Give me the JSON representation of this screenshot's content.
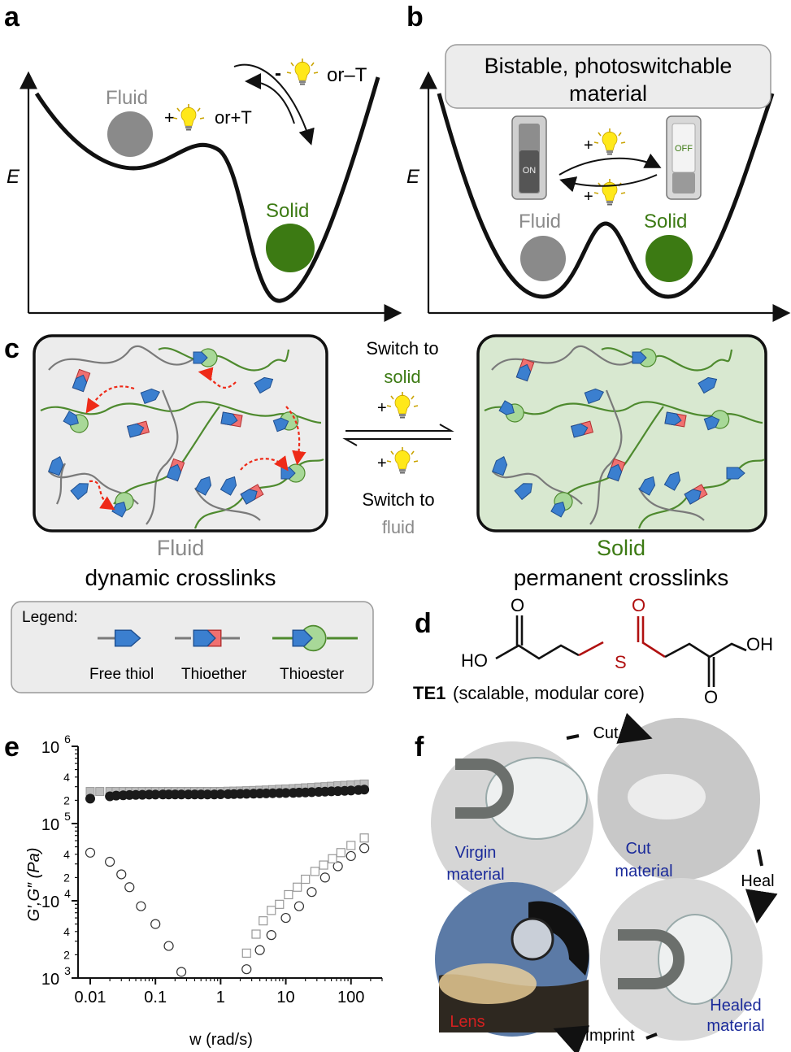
{
  "panels": {
    "a": "a",
    "b": "b",
    "c": "c",
    "d": "d",
    "e": "e",
    "f": "f"
  },
  "panel_a": {
    "axis_label": "E",
    "fluid": "Fluid",
    "solid": "Solid",
    "forward_label": "or+T",
    "forward_sign": "+",
    "reverse_sign": "-",
    "reverse_label": "or–T"
  },
  "panel_b": {
    "axis_label": "E",
    "title_line1": "Bistable, photoswitchable",
    "title_line2": "material",
    "switch_on": "ON",
    "switch_off": "OFF",
    "fluid": "Fluid",
    "solid": "Solid",
    "plus": "+"
  },
  "panel_c": {
    "switch_solid_1": "Switch to",
    "switch_solid_2": "solid",
    "switch_fluid_1": "Switch to",
    "switch_fluid_2": "fluid",
    "plus": "+",
    "left_state": "Fluid",
    "left_desc": "dynamic crosslinks",
    "right_state": "Solid",
    "right_desc": "permanent crosslinks",
    "legend_title": "Legend:",
    "legend_items": [
      "Free thiol",
      "Thioether",
      "Thioester"
    ]
  },
  "panel_d": {
    "O_left": "O",
    "O_mid": "O",
    "O_right": "O",
    "HO": "HO",
    "OH": "OH",
    "S": "S",
    "name": "TE1",
    "desc": "(scalable, modular core)"
  },
  "chart_data": {
    "type": "scatter",
    "xlabel": "w (rad/s)",
    "ylabel": "G′,G″ (Pa)",
    "xscale": "log",
    "yscale": "log",
    "xlim": [
      0.0065,
      300
    ],
    "ylim": [
      1000,
      1000000
    ],
    "x_ticks": [
      "0.01",
      "0.1",
      "1",
      "10",
      "100"
    ],
    "y_ticks": [
      "10",
      "3",
      "10",
      "5",
      "10",
      "4",
      "10",
      "6"
    ],
    "y_minor_labels": [
      "2",
      "4",
      "2",
      "4",
      "2",
      "4"
    ],
    "series": [
      {
        "marker": "square-grey",
        "x": [
          0.01,
          0.014,
          0.02,
          0.025,
          0.032,
          0.04,
          0.05,
          0.063,
          0.08,
          0.1,
          0.13,
          0.16,
          0.2,
          0.25,
          0.32,
          0.4,
          0.5,
          0.63,
          0.8,
          1,
          1.3,
          1.6,
          2,
          2.5,
          3.2,
          4,
          5,
          6.3,
          8,
          10,
          13,
          16,
          20,
          25,
          32,
          40,
          50,
          63,
          80,
          100,
          130,
          160
        ],
        "y": [
          260000,
          260000,
          260000,
          260000,
          260000,
          260000,
          260000,
          260000,
          260000,
          260000,
          260000,
          260000,
          260000,
          260000,
          260000,
          260000,
          260000,
          260000,
          260000,
          260000,
          262000,
          263000,
          264000,
          266000,
          268000,
          270000,
          272000,
          275000,
          278000,
          280000,
          283000,
          286000,
          290000,
          293000,
          297000,
          300000,
          304000,
          308000,
          312000,
          316000,
          320000,
          325000
        ]
      },
      {
        "marker": "circle-filled",
        "x": [
          0.01,
          0.02,
          0.025,
          0.032,
          0.04,
          0.05,
          0.063,
          0.08,
          0.1,
          0.13,
          0.16,
          0.2,
          0.25,
          0.32,
          0.4,
          0.5,
          0.63,
          0.8,
          1,
          1.3,
          1.6,
          2,
          2.5,
          3.2,
          4,
          5,
          6.3,
          8,
          10,
          13,
          16,
          20,
          25,
          32,
          40,
          50,
          63,
          80,
          100,
          130,
          160
        ],
        "y": [
          210000,
          225000,
          230000,
          232000,
          234000,
          235000,
          236000,
          237000,
          237000,
          238000,
          238000,
          238000,
          238000,
          238000,
          238000,
          238000,
          238000,
          238000,
          239000,
          240000,
          241000,
          242000,
          243000,
          244000,
          245000,
          246000,
          247000,
          248000,
          249000,
          250000,
          252000,
          253000,
          255000,
          257000,
          259000,
          261000,
          263000,
          265000,
          268000,
          272000,
          275000
        ]
      },
      {
        "marker": "circle-open",
        "x": [
          0.01,
          0.02,
          0.03,
          0.04,
          0.06,
          0.1,
          0.16,
          0.25,
          2.5,
          4,
          6,
          10,
          16,
          25,
          40,
          63,
          100,
          160
        ],
        "y": [
          42000,
          32000,
          22000,
          15000,
          8500,
          5000,
          2600,
          1200,
          1300,
          2300,
          3600,
          6000,
          8500,
          13000,
          20000,
          28000,
          38000,
          48000
        ]
      },
      {
        "marker": "square-open",
        "x": [
          2.5,
          3.5,
          4.5,
          6,
          8,
          11,
          15,
          20,
          28,
          38,
          52,
          70,
          100,
          160
        ],
        "y": [
          2100,
          3700,
          5500,
          7500,
          9000,
          12000,
          15000,
          19000,
          24000,
          29000,
          35000,
          42000,
          52000,
          65000
        ]
      }
    ]
  },
  "panel_f": {
    "cut": "Cut",
    "heal": "Heal",
    "imprint": "Imprint",
    "virgin_1": "Virgin",
    "virgin_2": "material",
    "cut_1": "Cut",
    "cut_2": "material",
    "healed_1": "Healed",
    "healed_2": "material",
    "lens": "Lens"
  },
  "colors": {
    "fluid_grey": "#8a8a8a",
    "solid_green": "#3c7a13",
    "thiol_blue": "#3b7fcf",
    "thioether_red": "#f07070",
    "thioester_green": "#a8d898",
    "chain_green": "#4e8a2e",
    "sulfur_red": "#b01010",
    "photo_label_blue": "#1a2a9a",
    "lens_red": "#d42020"
  }
}
